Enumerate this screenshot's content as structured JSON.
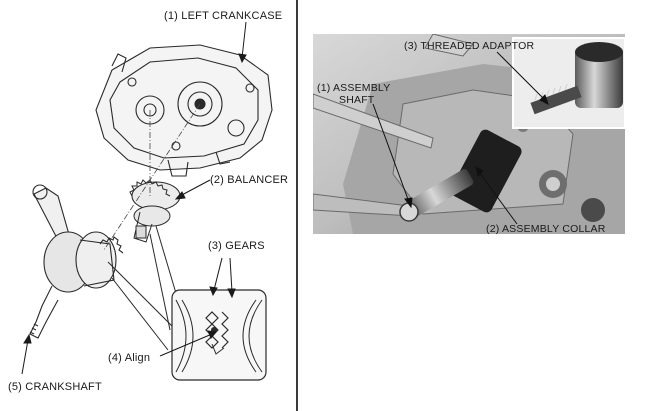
{
  "left_figure": {
    "labels": {
      "left_crankcase": "(1) LEFT CRANKCASE",
      "balancer": "(2) BALANCER",
      "gears": "(3) GEARS",
      "align": "(4) Align",
      "crankshaft": "(5) CRANKSHAFT"
    }
  },
  "right_figure": {
    "labels": {
      "threaded_adaptor": "(3) THREADED ADAPTOR",
      "assembly_shaft_line1": "(1) ASSEMBLY",
      "assembly_shaft_line2": "SHAFT",
      "assembly_collar": "(2) ASSEMBLY COLLAR"
    }
  }
}
